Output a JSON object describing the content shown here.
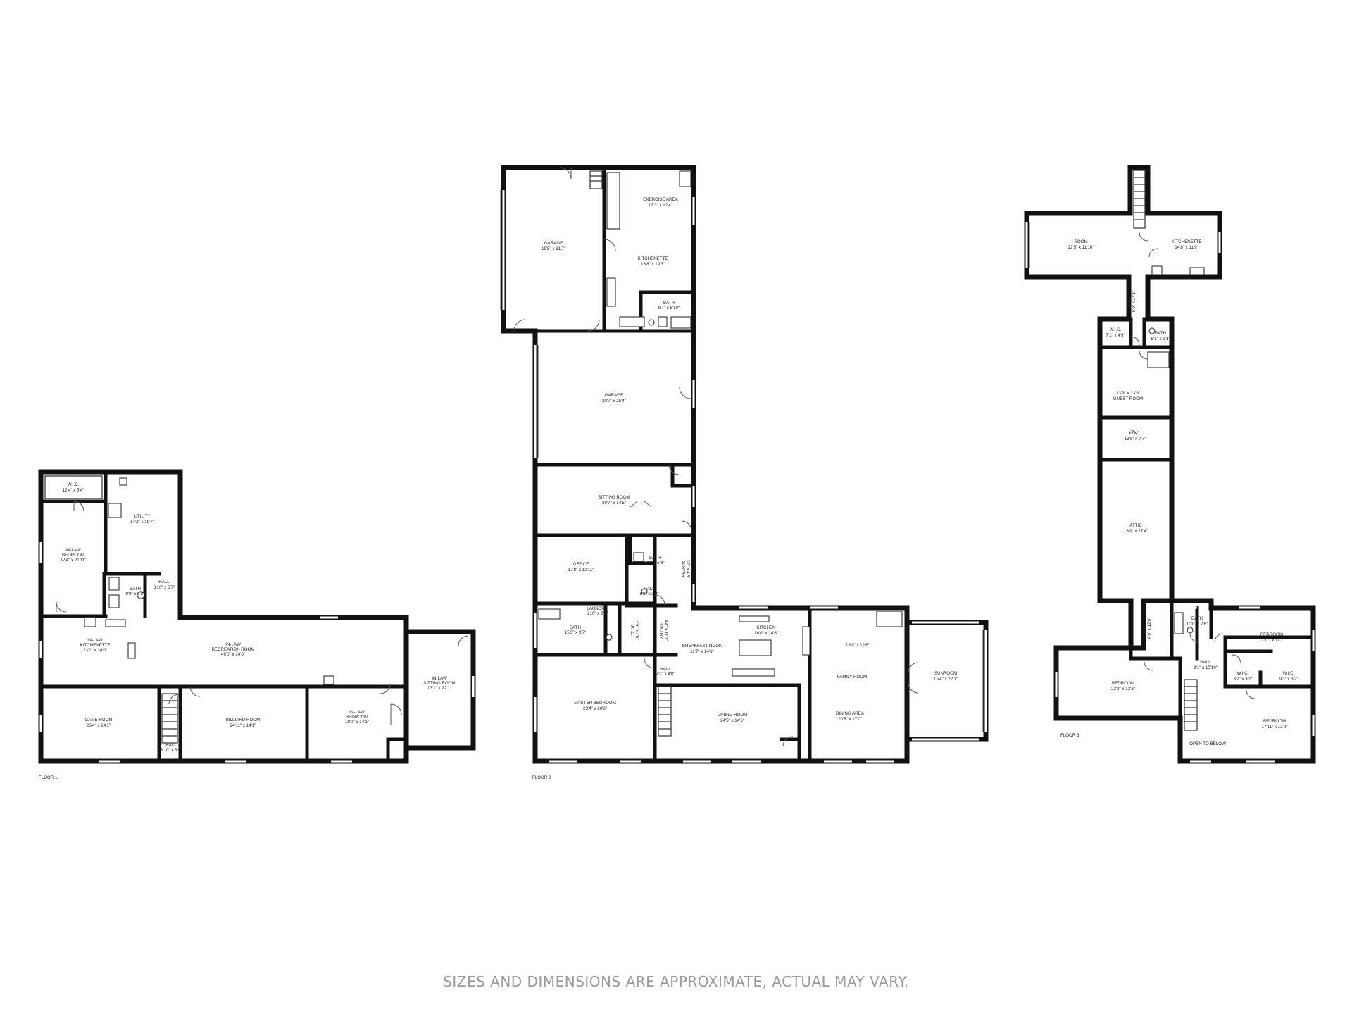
{
  "footer": {
    "disclaimer": "SIZES AND DIMENSIONS ARE APPROXIMATE, ACTUAL MAY VARY."
  },
  "floor1": {
    "label": "FLOOR 1",
    "rooms": [
      {
        "name": "W.I.C.",
        "dim": "12'4\" x 5'4\""
      },
      {
        "name": "UTILITY",
        "dim": "14'2\" x 19'7\""
      },
      {
        "name": "IN-LAW",
        "name2": "BEDROOM",
        "dim": "12'4\" x 21'11\""
      },
      {
        "name": "BATH",
        "dim": "9'9\" x 7'8\""
      },
      {
        "name": "HALL",
        "dim": "3'10\" x 6'7\""
      },
      {
        "name": "IN-LAW",
        "name2": "KITCHENETTE",
        "dim": "23'1\" x 14'0\""
      },
      {
        "name": "IN-LAW",
        "name2": "RECREATION ROOM",
        "dim": "49'0\" x 14'0\""
      },
      {
        "name": "IN-LAW",
        "name2": "SITTING ROOM",
        "dim": "13'1\" x 22'1\""
      },
      {
        "name": "GAME ROOM",
        "dim": "23'4\" x 14'1\""
      },
      {
        "name": "BILLIARD ROOM",
        "dim": "24'11\" x 14'1\""
      },
      {
        "name": "IN-LAW",
        "name2": "BEDROOM",
        "dim": "19'0\" x 14'1\""
      },
      {
        "name": "HALL",
        "dim": "3'10\" x 3'9\""
      }
    ]
  },
  "floor2": {
    "label": "FLOOR 2",
    "rooms": [
      {
        "name": "GARAGE",
        "dim": "19'5\" x 31'7\""
      },
      {
        "name": "EXERCISE AREA",
        "dim": "12'3\" x 12'4\""
      },
      {
        "name": "KITCHENETTE",
        "dim": "16'8\" x 19'3\""
      },
      {
        "name": "BATH",
        "dim": "9'7\" x 6'10\""
      },
      {
        "name": "GARAGE",
        "dim": "30'7\" x 25'4\""
      },
      {
        "name": "SITTING ROOM",
        "dim": "30'7\" x 14'5\""
      },
      {
        "name": "OFFICE",
        "dim": "17'8\" x 12'11\""
      },
      {
        "name": "BATH",
        "dim": "6'4\" x 5'8\""
      },
      {
        "name": "HALL",
        "dim": "8'9\" x 3'9\""
      },
      {
        "name": "PANTRY",
        "dim": "3'7\" x 4'5\""
      },
      {
        "name": "LAUNDRY",
        "dim": "6'10\" x 2'4\""
      },
      {
        "name": "BATH",
        "dim": "15'5\" x 9'7\""
      },
      {
        "name": "W.I.C.",
        "dim": "4'6\" x 7'5\""
      },
      {
        "name": "PANTRY",
        "dim": "4'4\" x 11'3\""
      },
      {
        "name": "BREAKFAST NOOK",
        "dim": "11'7\" x 14'6\""
      },
      {
        "name": "KITCHEN",
        "dim": "16'0\" x 14'6\""
      },
      {
        "name": "",
        "dim": "18'9\" x 12'6\""
      },
      {
        "name": "FAMILY ROOM",
        "dim": ""
      },
      {
        "name": "SUNROOM",
        "dim": "15'4\" x 22'1\""
      },
      {
        "name": "HALL",
        "dim": "7'2\" x 4'0\""
      },
      {
        "name": "MASTER BEDROOM",
        "dim": "23'4\" x 20'6\""
      },
      {
        "name": "DINING ROOM",
        "dim": "24'5\" x 14'6\""
      },
      {
        "name": "DINING AREA",
        "dim": "20'8\" x 17'0\""
      }
    ]
  },
  "floor3": {
    "label": "FLOOR 3",
    "rooms": [
      {
        "name": "ROOM",
        "dim": "22'5\" x 11'10\""
      },
      {
        "name": "KITCHENETTE",
        "dim": "14'8\" x 11'9\""
      },
      {
        "name": "HALL",
        "dim": "5'0\" x 14'1\""
      },
      {
        "name": "W.I.C.",
        "dim": "7'1\" x 4'9\""
      },
      {
        "name": "BATH",
        "dim": "5'1\" x 9'1\""
      },
      {
        "name": "",
        "dim": "13'9\" x 13'9\""
      },
      {
        "name": "GUEST ROOM",
        "dim": ""
      },
      {
        "name": "W.I.C.",
        "dim": "13'8\" x 7'7\""
      },
      {
        "name": "ATTIC",
        "dim": "13'9\" x 27'4\""
      },
      {
        "name": "HALL",
        "dim": "4'0\" x 12'6\""
      },
      {
        "name": "BATH",
        "dim": "10'0\" x 7'6\""
      },
      {
        "name": "BEDROOM",
        "dim": "17'11\" x 11'7\""
      },
      {
        "name": "HALL",
        "dim": "8'1\" x 10'10\""
      },
      {
        "name": "W.I.C.",
        "dim": "8'2\" x 3'2\""
      },
      {
        "name": "W.I.C.",
        "dim": "9'3\" x 3'2\""
      },
      {
        "name": "BEDROOM",
        "dim": "23'3\" x 13'3\""
      },
      {
        "name": "BEDROOM",
        "dim": "17'11\" x 13'9\""
      },
      {
        "name": "OPEN TO BELOW",
        "dim": ""
      }
    ]
  }
}
